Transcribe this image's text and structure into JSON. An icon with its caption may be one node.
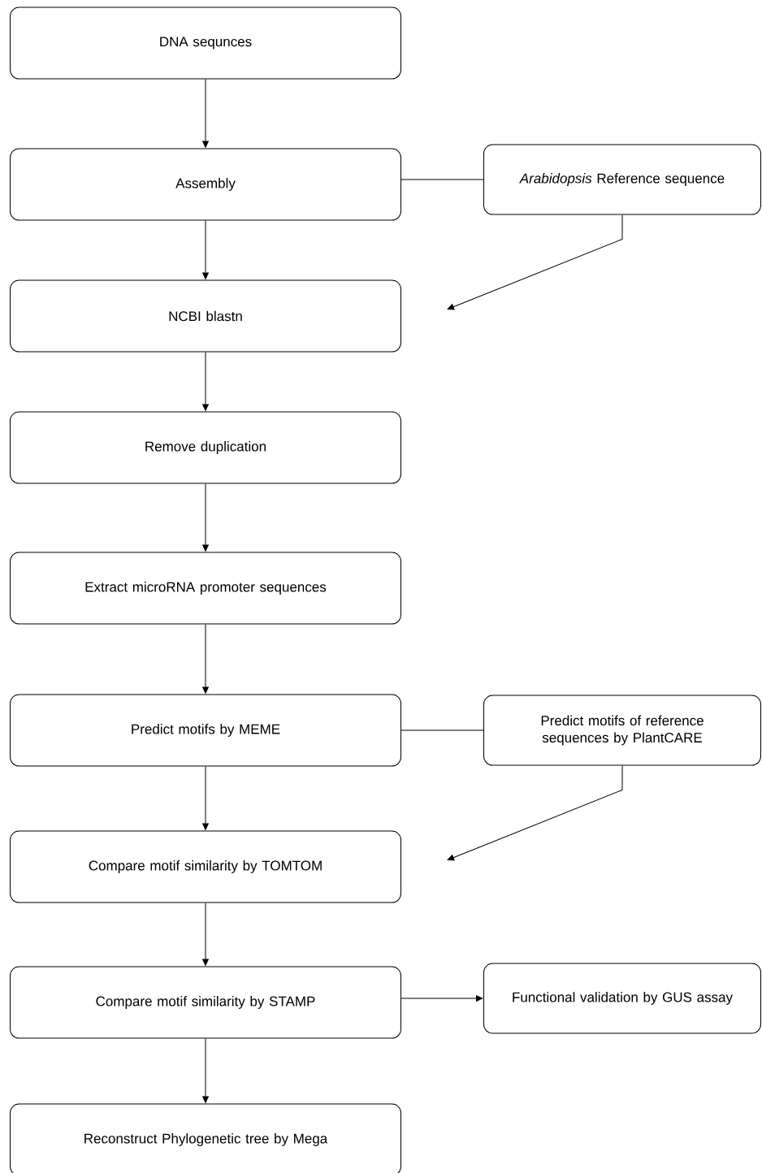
{
  "diagram": {
    "nodes": [
      {
        "text": [
          "DNA sequnces"
        ]
      },
      {
        "text": [
          "Assembly"
        ]
      },
      {
        "text": [
          "*Arabidopsis* Reference sequence"
        ]
      },
      {
        "text": [
          "NCBI blastn"
        ]
      },
      {
        "text": [
          "Remove duplication"
        ]
      },
      {
        "text": [
          "Extract microRNA promoter sequences"
        ]
      },
      {
        "text": [
          "Predict motifs by MEME"
        ]
      },
      {
        "text": [
          "Predict motifs of reference sequences by PlantCARE"
        ]
      },
      {
        "text": [
          "Compare motif similarity by TOMTOM"
        ]
      },
      {
        "text": [
          "Compare motif similarity by STAMP"
        ]
      },
      {
        "text": [
          "Functional validation by GUS assay"
        ]
      },
      {
        "text": [
          "Reconstruct Phylogenetic tree by Mega"
        ]
      }
    ],
    "edges": [
      {
        "from": 0,
        "to": 1,
        "arrow": "to"
      },
      {
        "from": 1,
        "to": 2,
        "arrow": "none"
      },
      {
        "from": 1,
        "to": 3,
        "arrow": "to"
      },
      {
        "from": 2,
        "to": 3,
        "arrow": "to"
      },
      {
        "from": 3,
        "to": 4,
        "arrow": "to"
      },
      {
        "from": 4,
        "to": 5,
        "arrow": "to"
      },
      {
        "from": 5,
        "to": 6,
        "arrow": "to"
      },
      {
        "from": 6,
        "to": 7,
        "arrow": "none"
      },
      {
        "from": 6,
        "to": 8,
        "arrow": "to"
      },
      {
        "from": 7,
        "to": 8,
        "arrow": "to"
      },
      {
        "from": 8,
        "to": 9,
        "arrow": "to"
      },
      {
        "from": 9,
        "to": 10,
        "arrow": "to"
      },
      {
        "from": 9,
        "to": 11,
        "arrow": "to"
      }
    ]
  }
}
